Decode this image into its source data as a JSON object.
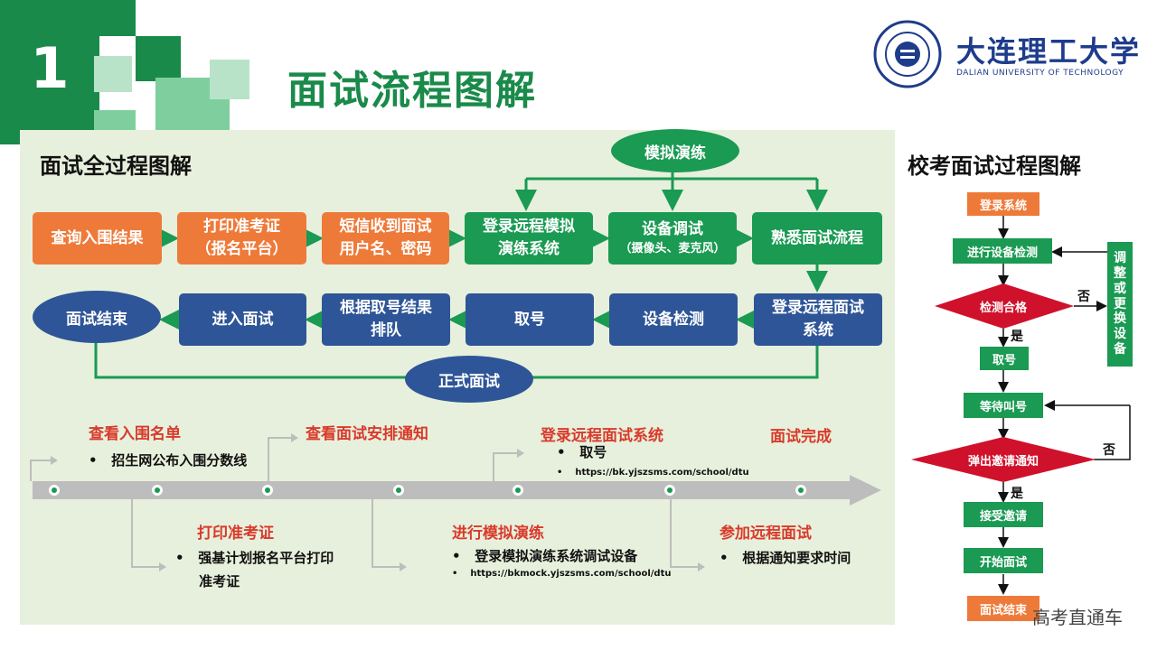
{
  "slide_number": "1",
  "slide_title": "面试流程图解",
  "university": {
    "name_cn": "大连理工大学",
    "name_en": "DALIAN UNIVERSITY OF TECHNOLOGY"
  },
  "left_panel": {
    "title": "面试全过程图解",
    "top_node": "模拟演练",
    "row1": [
      {
        "line1": "查询入围结果",
        "line2": ""
      },
      {
        "line1": "打印准考证",
        "line2": "（报名平台）"
      },
      {
        "line1": "短信收到面试",
        "line2": "用户名、密码"
      },
      {
        "line1": "登录远程模拟",
        "line2": "演练系统"
      },
      {
        "line1": "设备调试",
        "line2": "（摄像头、麦克风）"
      },
      {
        "line1": "熟悉面试流程",
        "line2": ""
      }
    ],
    "row2": [
      {
        "line1": "面试结束",
        "line2": ""
      },
      {
        "line1": "进入面试",
        "line2": ""
      },
      {
        "line1": "根据取号结果",
        "line2": "排队"
      },
      {
        "line1": "取号",
        "line2": ""
      },
      {
        "line1": "设备检测",
        "line2": ""
      },
      {
        "line1": "登录远程面试",
        "line2": "系统"
      }
    ],
    "bottom_node": "正式面试"
  },
  "timeline": {
    "above": [
      {
        "head": "查看入围名单",
        "item": "招生网公布入围分数线",
        "url": ""
      },
      {
        "head": "查看面试安排通知",
        "item": "",
        "url": ""
      },
      {
        "head": "登录远程面试系统",
        "item": "取号",
        "url": "https://bk.yjszsms.com/school/dtu"
      },
      {
        "head": "面试完成",
        "item": "",
        "url": ""
      }
    ],
    "below": [
      {
        "head": "打印准考证",
        "item": "强基计划报名平台打印",
        "item2": "准考证",
        "url": ""
      },
      {
        "head": "进行模拟演练",
        "item": "登录模拟演练系统调试设备",
        "item2": "",
        "url": "https://bkmock.yjszsms.com/school/dtu"
      },
      {
        "head": "参加远程面试",
        "item": "根据通知要求时间",
        "item2": "",
        "url": ""
      }
    ]
  },
  "right_panel": {
    "title": "校考面试过程图解",
    "steps": {
      "login": "登录系统",
      "check": "进行设备检测",
      "pass": "检测合格",
      "take": "取号",
      "wait": "等待叫号",
      "invite": "弹出邀请通知",
      "accept": "接受邀请",
      "start": "开始面试",
      "end": "面试结束"
    },
    "side": [
      "调",
      "整",
      "或",
      "更",
      "换",
      "设",
      "备"
    ],
    "yes": "是",
    "no": "否"
  },
  "watermark": "高考直通车",
  "colors": {
    "green": "#1a9a52",
    "orange": "#ee7a3a",
    "navy": "#2e5597",
    "red": "#d0112b",
    "panel": "#e7f0dc"
  }
}
